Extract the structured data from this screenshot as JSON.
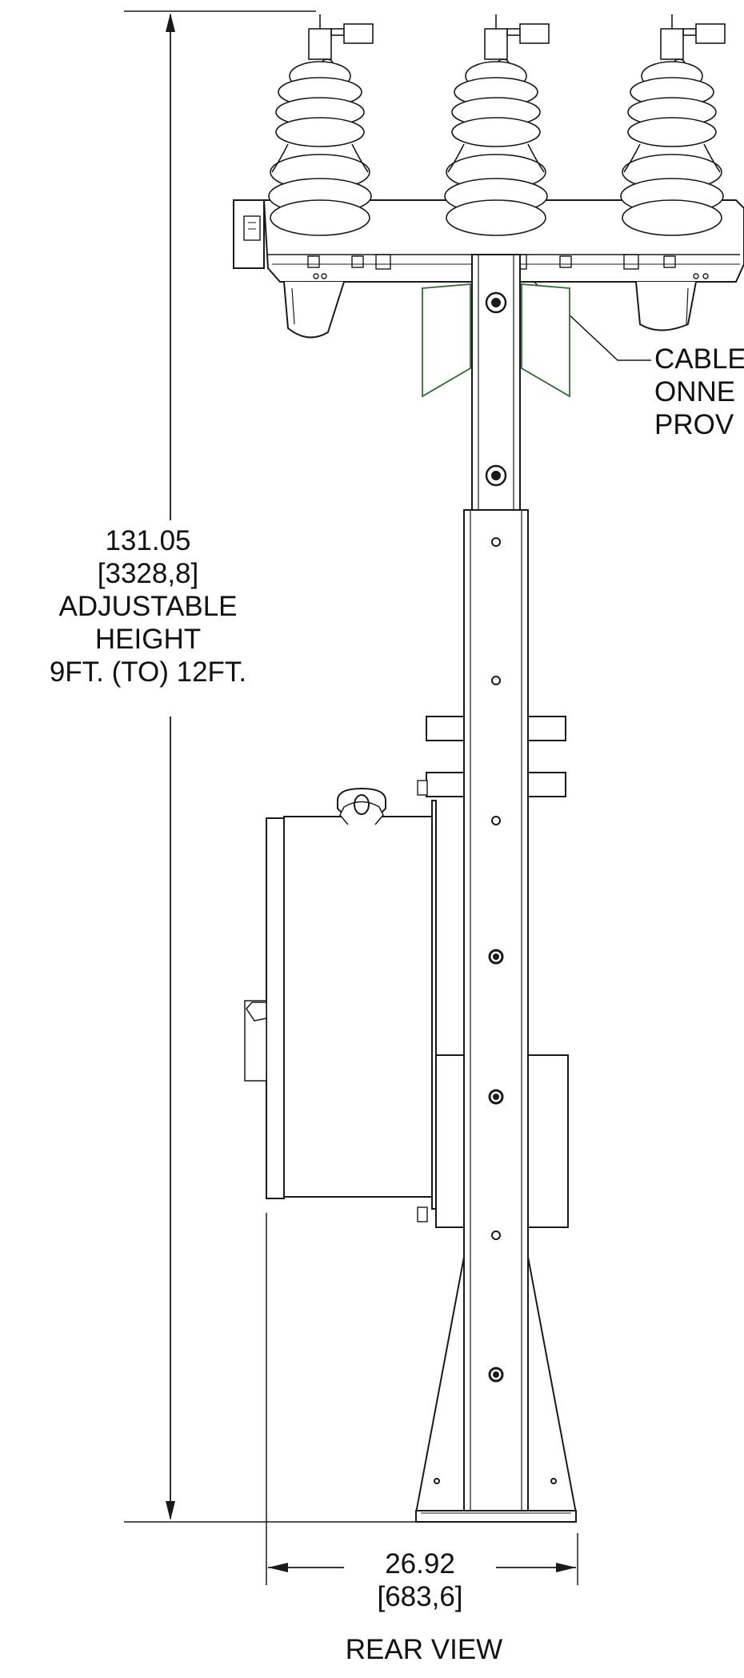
{
  "height_dimension": {
    "value_in": "131.05",
    "value_mm": "[3328,8]",
    "line3": "ADJUSTABLE",
    "line4": "HEIGHT",
    "line5": "9FT. (TO) 12FT."
  },
  "width_dimension": {
    "value_in": "26.92",
    "value_mm": "[683,6]"
  },
  "callout": {
    "line1": "CABLE",
    "line2": "ONNE",
    "line3": "PROV"
  },
  "view_title": "REAR VIEW"
}
